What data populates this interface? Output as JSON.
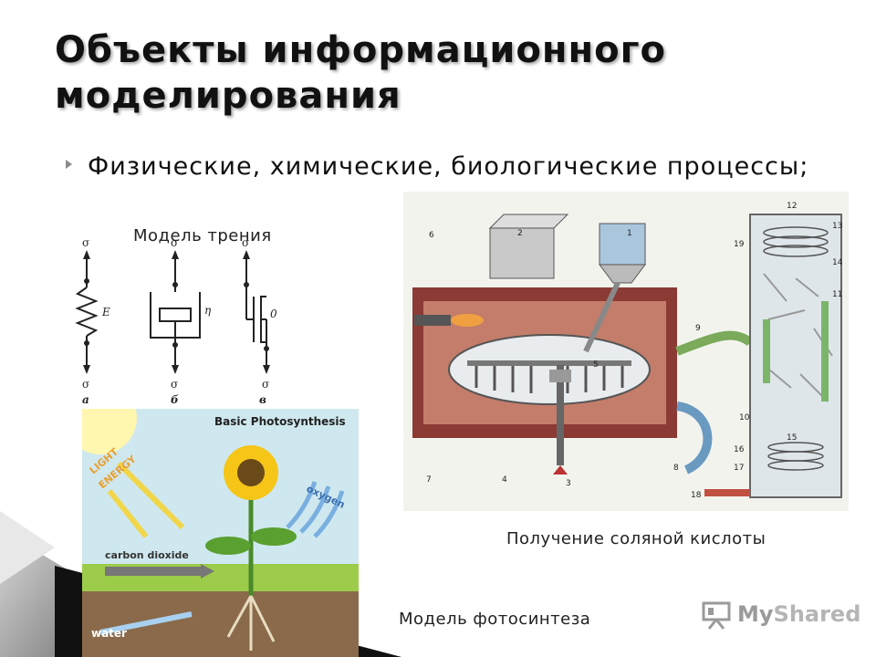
{
  "slide": {
    "title": "Объекты информационного моделирования",
    "bullet": "Физические, химические, биологические процессы;"
  },
  "captions": {
    "friction": "Модель трения",
    "acid": "Получение соляной кислоты",
    "photosynthesis": "Модель фотосинтеза"
  },
  "friction_model": {
    "top_symbol": "σ",
    "bottom_symbol": "σ",
    "spring_param": "E",
    "damper_param": "η",
    "slider_param": "0",
    "labels": [
      "а",
      "б",
      "в"
    ]
  },
  "acid_diagram": {
    "callouts": [
      "12",
      "13",
      "14",
      "19",
      "11",
      "9",
      "10",
      "15",
      "16",
      "17",
      "18",
      "8",
      "6",
      "2",
      "1",
      "5",
      "7",
      "4",
      "3"
    ]
  },
  "photosynthesis": {
    "header": "Basic Photosynthesis",
    "light": [
      "LIGHT",
      "ENERGY"
    ],
    "oxygen": "oxygen",
    "carbon": "carbon dioxide",
    "water": "water"
  },
  "logo": {
    "my": "My",
    "shared": "Shared"
  },
  "colors": {
    "brick": "#8b3a34",
    "sky": "#cfe8ef",
    "grass": "#9ccc4a",
    "soil": "#8a6a4a",
    "logo_gray": "#9a9a9a"
  }
}
